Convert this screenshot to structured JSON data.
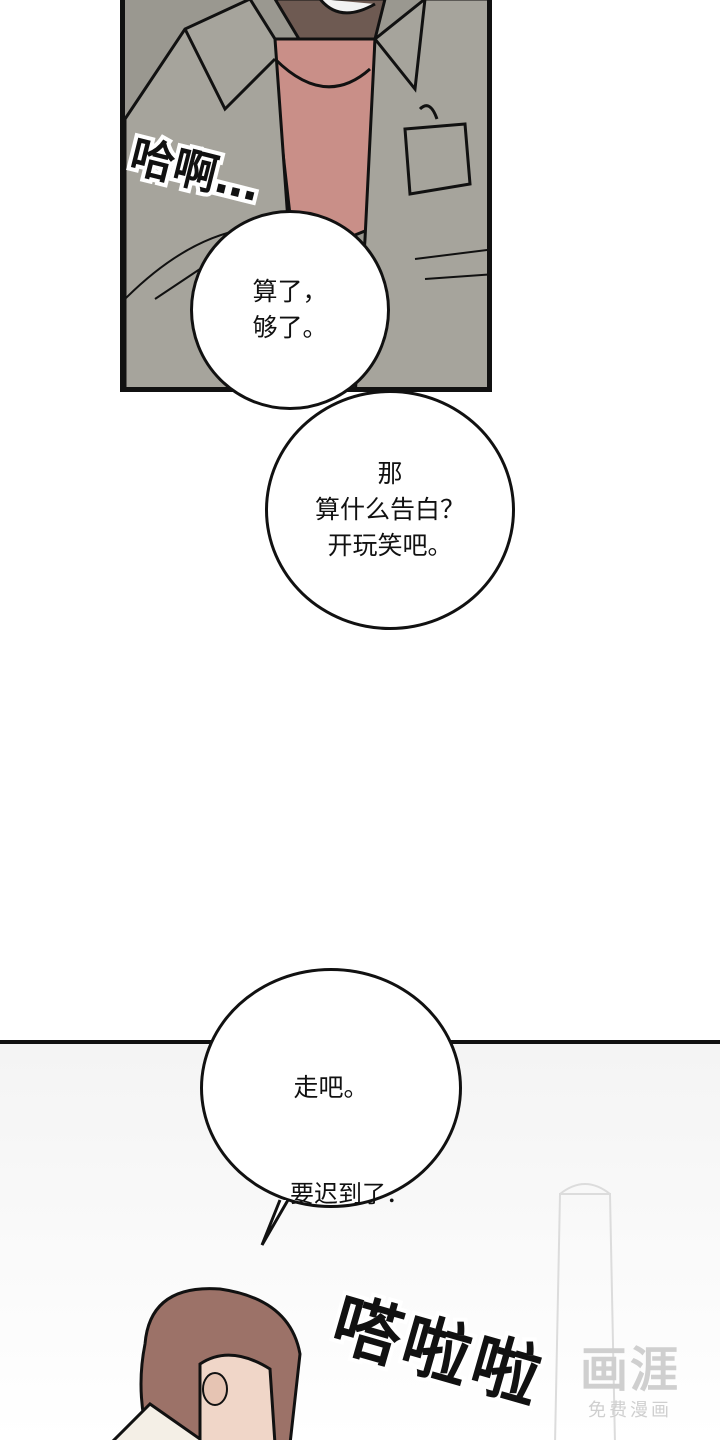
{
  "panel_top": {
    "sfx": "哈啊…",
    "bubble_1": "算了，\n够了。",
    "bubble_2": "那\n算什么告白？\n开玩笑吧。"
  },
  "panel_bottom": {
    "bubble_3": "走吧。",
    "trailing_text": "要迟到了．",
    "sfx": "嗒啦啦"
  },
  "watermark": {
    "big": "画涯",
    "small": "免费漫画"
  },
  "colors": {
    "panel_bg": "#9a9890",
    "shirt": "#c98f88",
    "ink": "#111111"
  }
}
